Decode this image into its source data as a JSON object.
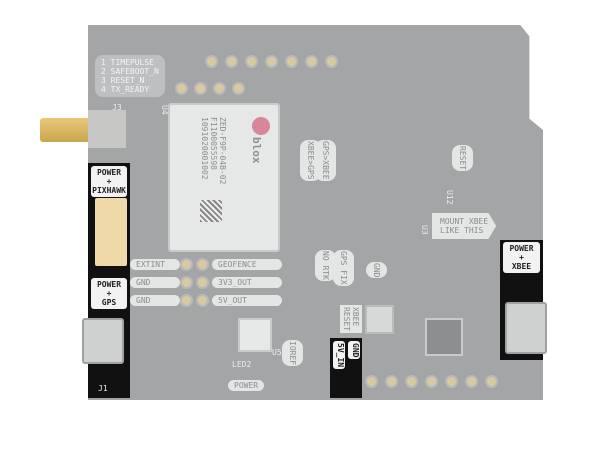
{
  "labels": {
    "pins_legend": "1 TIMEPULSE\n2 SAFEBOOT_N\n3 RESET_N\n4 TX_READY",
    "power_pixhawk": "POWER\n+\nPIXHAWK",
    "power_gps": "POWER\n+\nGPS",
    "power_xbee": "POWER\n+\nXBEE",
    "v5_in": "5V_IN",
    "gnd_in": "GND",
    "gnd_top": "GND",
    "module_brand": "blox",
    "module_text": "ZED-F9P-04B-02\nF1100055598\n1091020001002",
    "extint": "EXTINT",
    "geofence": "GEOFENCE",
    "gnd1": "GND",
    "v3_out": "3V3_OUT",
    "gnd2": "GND",
    "v5_out": "5V_OUT",
    "gps_xbee": "GPS>XBEE",
    "xbee_gps": "XBEE>GPS",
    "no_rtk": "NO RTK",
    "gps_fix": "GPS FIX",
    "mount_xbee": "MOUNT XBEE\nLIKE THIS",
    "reset": "RESET",
    "xbee_reset": "XBEE\nRESET",
    "ioref": "IOREF",
    "led2": "LED2",
    "power_led": "POWER",
    "u5": "U5",
    "j3": "J3",
    "u4": "U4",
    "j1": "J1",
    "u3": "U3",
    "u12": "U12"
  }
}
